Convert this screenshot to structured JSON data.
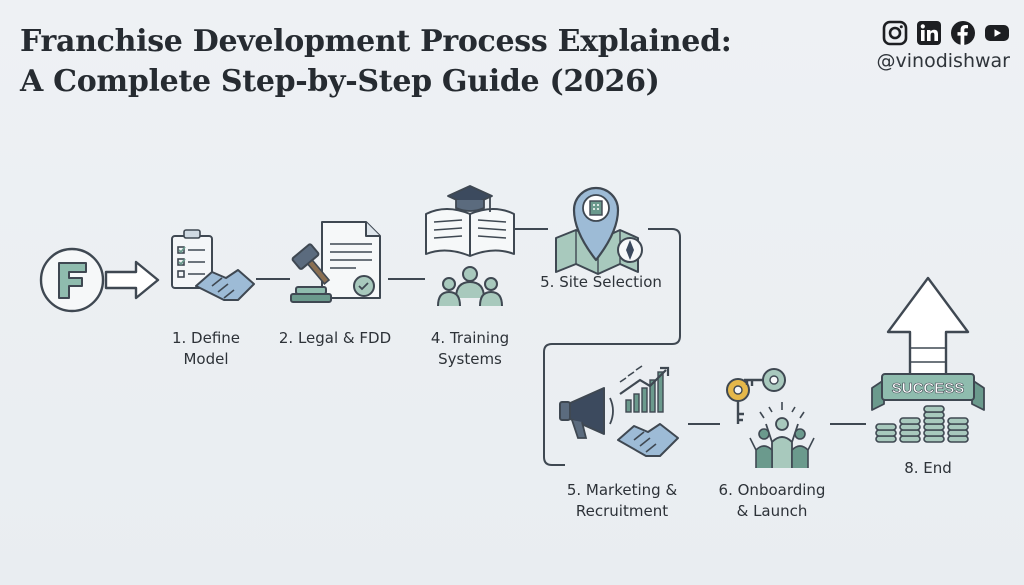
{
  "title": {
    "line1": "Franchise Development Process Explained:",
    "line2": "A Complete Step-by-Step Guide (2026)"
  },
  "social": {
    "icons": [
      "instagram-icon",
      "linkedin-icon",
      "facebook-icon",
      "youtube-icon"
    ],
    "handle": "@vinodishwar"
  },
  "logo_letter": "F",
  "success_banner": "SUCCESS",
  "steps": [
    {
      "line1": "1. Define",
      "line2": "Model"
    },
    {
      "line1": "2. Legal & FDD",
      "line2": ""
    },
    {
      "line1": "4. Training",
      "line2": "Systems"
    },
    {
      "line1": "5. Site Selection",
      "line2": ""
    },
    {
      "line1": "5. Marketing &",
      "line2": "Recruitment"
    },
    {
      "line1": "6. Onboarding",
      "line2": "& Launch"
    },
    {
      "line1": "8. End",
      "line2": ""
    }
  ],
  "colors": {
    "teal": "#6b9a8d",
    "teal_light": "#a8c9bd",
    "navy": "#3c4a5e",
    "blue_light": "#9dbbd6",
    "gold": "#e5b84a",
    "line": "#3f4852"
  }
}
